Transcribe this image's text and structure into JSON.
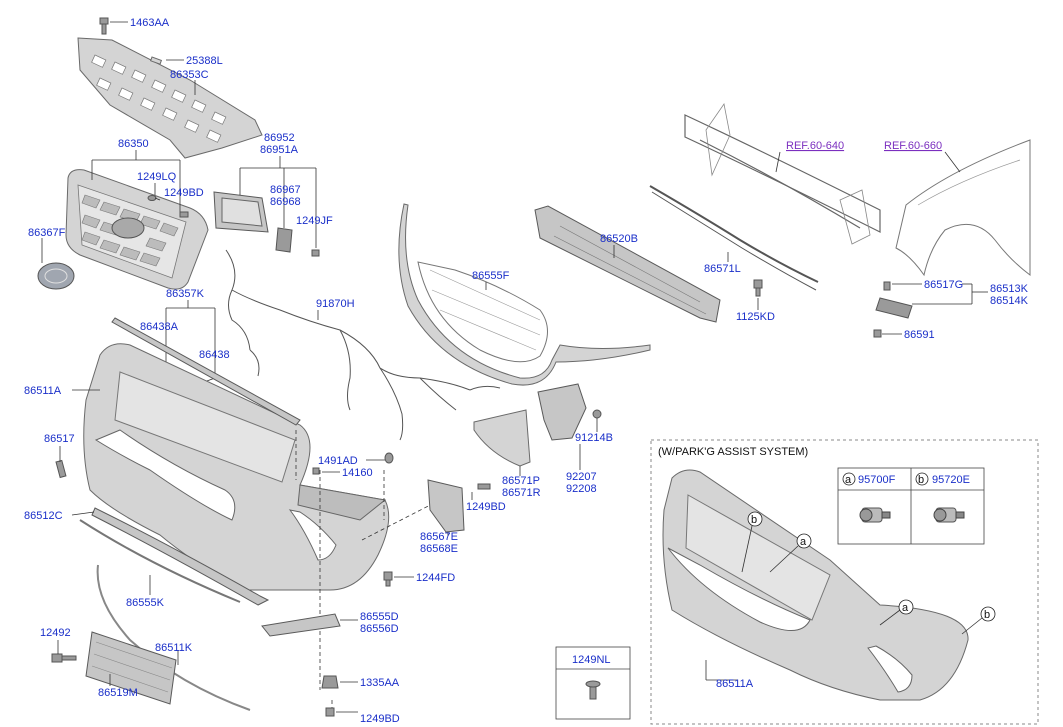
{
  "labels": {
    "p1463AA": "1463AA",
    "p25388L": "25388L",
    "p86353C": "86353C",
    "p86350": "86350",
    "p1249LQ": "1249LQ",
    "p1249BD_a": "1249BD",
    "p86367F": "86367F",
    "p86952": "86952",
    "p86951A": "86951A",
    "p86967": "86967",
    "p86968": "86968",
    "p1249JF": "1249JF",
    "p86357K": "86357K",
    "p86438A": "86438A",
    "p86438": "86438",
    "p91870H": "91870H",
    "p86511A_main": "86511A",
    "p86517": "86517",
    "p86512C": "86512C",
    "p86555K": "86555K",
    "p12492": "12492",
    "p86511K": "86511K",
    "p86519M": "86519M",
    "p1491AD": "1491AD",
    "p14160": "14160",
    "p1244FD": "1244FD",
    "p86555D": "86555D",
    "p86556D": "86556D",
    "p1335AA": "1335AA",
    "p1249BD_bottom": "1249BD",
    "p86555F": "86555F",
    "p86520B": "86520B",
    "p86571L": "86571L",
    "p1125KD": "1125KD",
    "p91214B": "91214B",
    "p92207": "92207",
    "p92208": "92208",
    "p86571P": "86571P",
    "p86571R": "86571R",
    "p1249BD_mid": "1249BD",
    "p86567E": "86567E",
    "p86568E": "86568E",
    "p86517G": "86517G",
    "p86513K": "86513K",
    "p86514K": "86514K",
    "p86591": "86591",
    "p1249NL": "1249NL"
  },
  "refs": {
    "ref1": "REF.60-640",
    "ref2": "REF.60-660"
  },
  "inset": {
    "title": "(W/PARK'G ASSIST SYSTEM)",
    "sensor_a_letter": "a",
    "sensor_a_part": "95700F",
    "sensor_b_letter": "b",
    "sensor_b_part": "95720E",
    "bumper_part": "86511A",
    "callout_a": "a",
    "callout_b": "b"
  }
}
